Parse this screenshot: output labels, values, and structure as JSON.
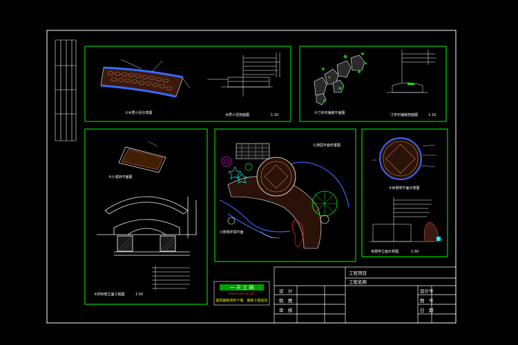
{
  "title_block": {
    "project_label": "工程项目",
    "name_label": "工程名称",
    "design_label": "设　计",
    "draw_label": "制　图",
    "check_label": "审　核",
    "drawing_no_label": "设计号",
    "sheet_label": "图　号",
    "date_label": "日　期"
  },
  "stamp": {
    "title": "一 天 工 网",
    "subtitle": "WWW.TIANGONG.NET",
    "footer": "提供最新资料下载　最新工程信息"
  },
  "panels": {
    "p1": {
      "caption_a": "①木质小径示意图",
      "caption_b": "木质小径剖面图",
      "scale_b": "1:10"
    },
    "p2": {
      "caption_a": "②汀步石铺装平面图",
      "caption_b": "汀步石铺装剖面图",
      "scale_b": "1:10"
    },
    "p3": {
      "caption_a": "③小溪桥平面图",
      "caption_b": "③拱桥侧立面工程图",
      "scale_b": "1:50"
    },
    "p4": {
      "caption_a": "小游园平面布置图",
      "caption_b": "①景观环境平面"
    },
    "p5": {
      "caption_a": "⑤休憩亭平面示意图",
      "caption_b": "休憩亭立面示意图",
      "scale_b": "1:50"
    }
  },
  "colors": {
    "frame": "#ffffff",
    "panel": "#00ff00",
    "stamp_fill": "#00a000",
    "accent_yellow": "#ffff00",
    "accent_cyan": "#00ffff",
    "accent_magenta": "#ff00ff"
  }
}
